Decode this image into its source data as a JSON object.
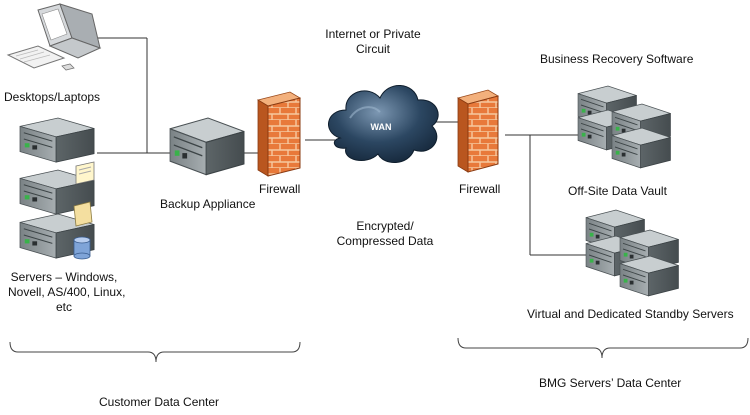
{
  "labels": {
    "desktops": "Desktops/Laptops",
    "servers_line1": "Servers – Windows,",
    "servers_line2": "Novell, AS/400, Linux,",
    "servers_line3": "etc",
    "backup_appliance": "Backup Appliance",
    "firewall_left": "Firewall",
    "internet_line1": "Internet or Private",
    "internet_line2": "Circuit",
    "wan": "WAN",
    "encrypted_line1": "Encrypted/",
    "encrypted_line2": "Compressed Data",
    "firewall_right": "Firewall",
    "business_recovery": "Business Recovery Software",
    "offsite_vault": "Off-Site Data Vault",
    "standby_servers": "Virtual and Dedicated Standby Servers",
    "customer_dc": "Customer Data Center",
    "bmg_dc": "BMG Servers’ Data Center"
  },
  "colors": {
    "firewall_brick": "#e8793a",
    "firewall_mortar": "#f6c9a0",
    "server_body": "#8f9699",
    "server_dark": "#5d6568",
    "cloud_dark": "#1b2f44",
    "cloud_light": "#6f8da8",
    "line": "#333333"
  }
}
